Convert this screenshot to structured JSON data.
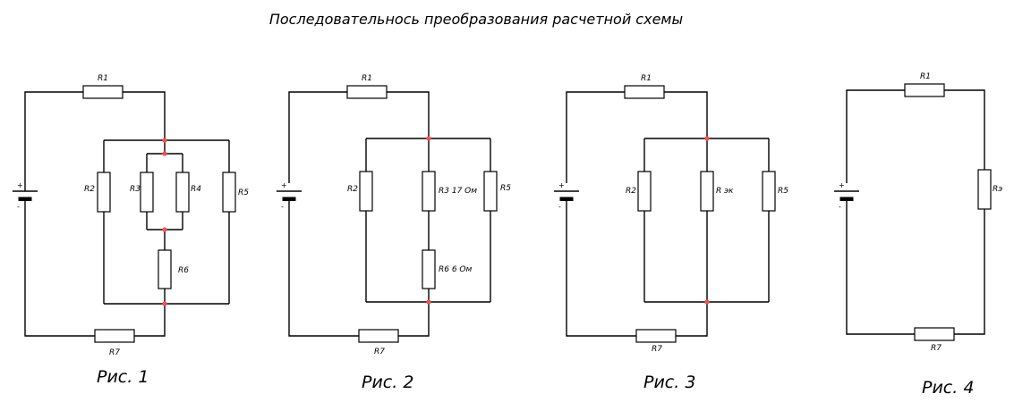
{
  "title": "Последовательнось преобразования расчетной схемы",
  "figures": {
    "f1": {
      "caption": "Рис. 1",
      "r1": "R1",
      "r2": "R2",
      "r3": "R3",
      "r4": "R4",
      "r5": "R5",
      "r6": "R6",
      "r7": "R7"
    },
    "f2": {
      "caption": "Рис. 2",
      "r1": "R1",
      "r2": "R2",
      "r3": "R3 17 Ом",
      "r5": "R5",
      "r6": "R6 6 Ом",
      "r7": "R7"
    },
    "f3": {
      "caption": "Рис. 3",
      "r1": "R1",
      "r2": "R2",
      "rek": "R эк",
      "r5": "R5",
      "r7": "R7"
    },
    "f4": {
      "caption": "Рис. 4",
      "r1": "R1",
      "re": "Rэ",
      "r7": "R7"
    }
  },
  "battery": {
    "plus": "+",
    "minus": "-"
  }
}
